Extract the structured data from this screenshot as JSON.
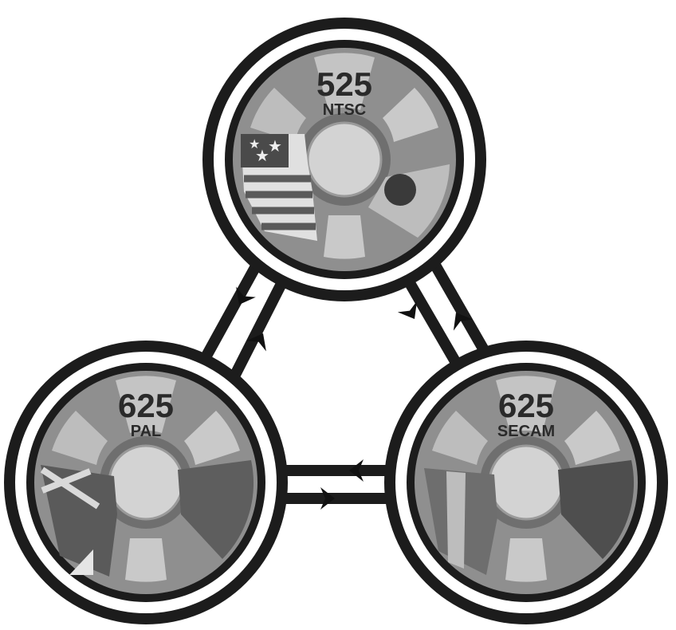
{
  "reels": [
    {
      "id": "ntsc",
      "lines": "525",
      "standard": "NTSC"
    },
    {
      "id": "pal",
      "lines": "625",
      "standard": "PAL"
    },
    {
      "id": "secam",
      "lines": "625",
      "standard": "SECAM"
    }
  ],
  "colors": {
    "ring": "#1c1c1c",
    "reel_face": "#8f8f8f",
    "window": "#c9c9c9",
    "hub": "#d3d3d3",
    "flag_dark": "#4a4a4a",
    "flag_mid": "#7a7a7a",
    "flag_light": "#bdbdbd"
  },
  "flags": {
    "ntsc": [
      "usa-flag-icon",
      "japan-flag-icon"
    ],
    "pal": [
      "uk-flag-icon",
      "germany-flag-icon"
    ],
    "secam": [
      "france-flag-icon",
      "ussr-flag-icon"
    ]
  }
}
